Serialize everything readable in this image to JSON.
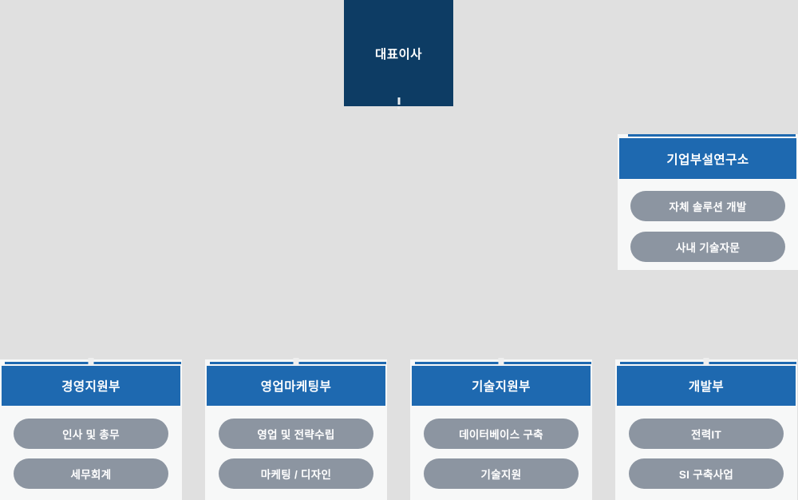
{
  "appearance": {
    "background_color": "#e0e0e0",
    "ceo_box_color": "#0d3c64",
    "header_blue": "#1e69b0",
    "pill_gray": "#8c95a1",
    "card_background": "#f7f8f8",
    "text_color": "#ffffff"
  },
  "org_chart": {
    "ceo": {
      "label": "대표이사"
    },
    "research": {
      "label": "기업부설연구소",
      "items": [
        "자체 솔루션 개발",
        "사내 기술자문"
      ]
    },
    "departments": [
      {
        "label": "경영지원부",
        "items": [
          "인사 및 총무",
          "세무회계"
        ]
      },
      {
        "label": "영업마케팅부",
        "items": [
          "영업 및 전략수립",
          "마케팅 / 디자인"
        ]
      },
      {
        "label": "기술지원부",
        "items": [
          "데이터베이스 구축",
          "기술지원"
        ]
      },
      {
        "label": "개발부",
        "items": [
          "전력IT",
          "SI 구축사업"
        ]
      }
    ]
  }
}
